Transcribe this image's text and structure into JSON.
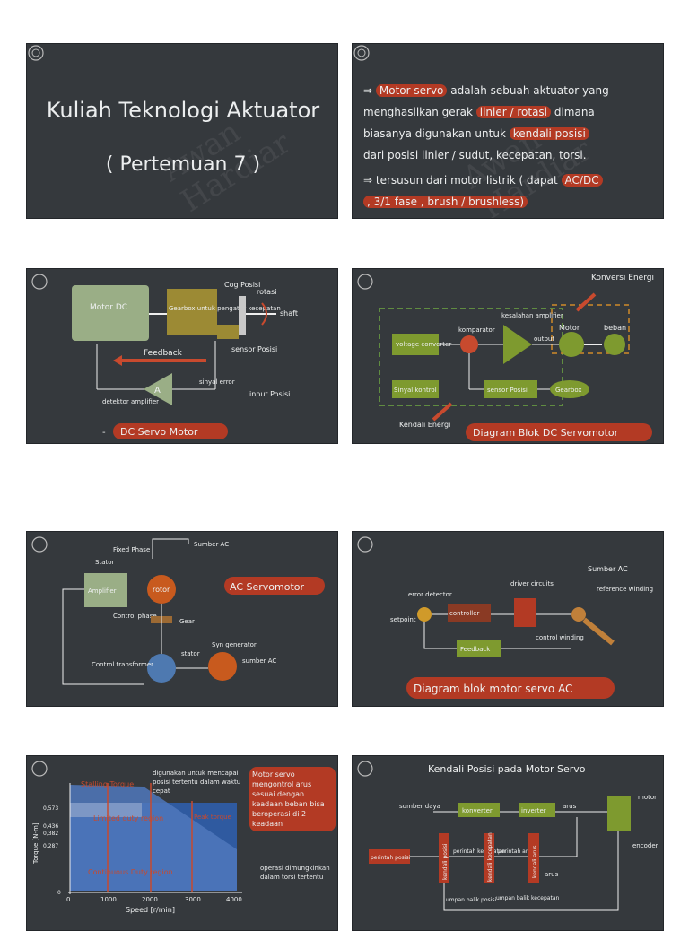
{
  "slides": {
    "s1": {
      "title": "Kuliah Teknologi Aktuator",
      "subtitle": "( Pertemuan 7 )"
    },
    "s2": {
      "lines": [
        [
          "⇒",
          "Motor servo",
          " adalah sebuah aktuator yang"
        ],
        [
          "menghasilkan gerak ",
          "linier / rotasi",
          " dimana"
        ],
        [
          "biasanya digunakan untuk ",
          "kendali posisi",
          ""
        ],
        [
          "dari posisi linier / sudut, kecepatan, torsi.",
          "",
          ""
        ],
        [
          "⇒ tersusun dari motor listrik ( dapat ",
          "AC/DC",
          ""
        ],
        [
          "",
          ", 3/1 fase , brush / brushless)",
          ""
        ]
      ]
    },
    "s3": {
      "motor": "Motor DC",
      "gearbox": "Gearbox untuk pengatur kecepatan",
      "cog": "Cog Posisi",
      "rotasi": "rotasi",
      "shaft": "shaft",
      "feedback": "Feedback",
      "sensor": "sensor Posisi",
      "amp_a": "A",
      "signal_error": "sinyal error",
      "input": "input Posisi",
      "detektor": "detektor amplifier",
      "caption_prefix": "-",
      "caption": "DC Servo Motor"
    },
    "s4": {
      "konversi": "Konversi Energi",
      "voltage": "voltage converter",
      "komparator": "komparator",
      "kesalahan": "kesalahan amplifier",
      "output": "output",
      "motor": "Motor",
      "beban": "beban",
      "sinyal": "Sinyal kontrol",
      "sensor": "sensor Posisi",
      "gearbox": "Gearbox",
      "kendali": "Kendali Energi",
      "caption": "Diagram Blok DC Servomotor"
    },
    "s5": {
      "fixed": "Fixed Phase",
      "sumber": "Sumber AC",
      "stator": "Stator",
      "amplifier": "Amplifier",
      "rotor": "rotor",
      "control_phase": "Control phase",
      "gear": "Gear",
      "stator2": "stator",
      "syn": "Syn generator",
      "sumber2": "sumber AC",
      "transformer": "Control transformer",
      "caption": "AC Servomotor"
    },
    "s6": {
      "sumber": "Sumber AC",
      "driver": "driver circuits",
      "reference": "reference winding",
      "error": "error detector",
      "setpoint": "setpoint",
      "controller": "controller",
      "control_winding": "control winding",
      "feedback": "Feedback",
      "caption": "Diagram blok motor servo AC"
    },
    "s7": {
      "stalling": "Stalling Torque",
      "limited": "Limited duty region",
      "peak": "Peak torque",
      "continuous": "Continuous Duty region",
      "note1": "digunakan untuk mencapai posisi tertentu dalam waktu cepat",
      "note2": "Motor servo mengontrol arus sesuai dengan keadaan beban bisa beroperasi di 2 keadaan",
      "note3": "operasi dimungkinkan dalam torsi tertentu",
      "ylabel": "Torque [N-m]",
      "xlabel": "Speed [r/min]",
      "yticks": [
        "0,573",
        "0,436",
        "0,382",
        "0,287",
        "0"
      ],
      "xticks": [
        "0",
        "1000",
        "2000",
        "3000",
        "4000"
      ]
    },
    "s8": {
      "title": "Kendali Posisi pada Motor Servo",
      "sumber": "sumber daya",
      "konverter": "konverter",
      "inverter": "inverter",
      "arus": "arus",
      "motor": "motor",
      "encoder": "encoder",
      "perintah": "perintah posisi",
      "kendali_posisi": "kendali posisi",
      "perintah_kec": "perintah kecepatan",
      "kendali_kec": "kendali kecepatan",
      "perintah_arus": "perintah arus",
      "kendali_arus": "kendali arus",
      "arus2": "arus",
      "umpan_posisi": "umpan balik posisi",
      "umpan_kec": "umpan balik kecepatan"
    }
  },
  "colors": {
    "board": "#35393d",
    "red": "#b33a24",
    "green": "#7e9a2f",
    "chalk": "#eef0f0"
  }
}
